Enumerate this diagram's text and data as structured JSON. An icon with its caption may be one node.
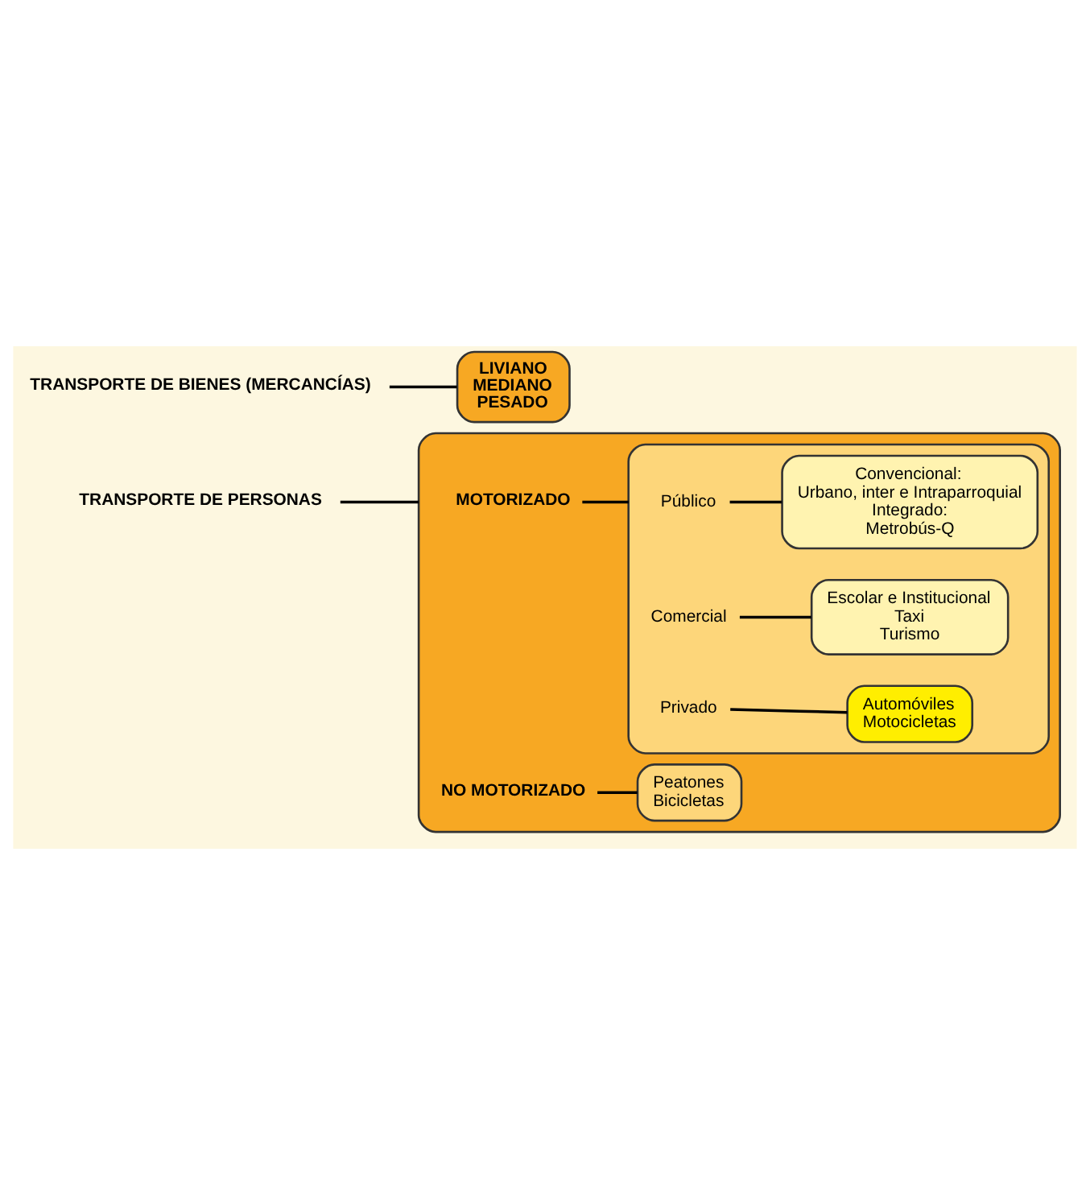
{
  "diagram": {
    "nodes": [
      {
        "text": [
          "TRANSPORTE DE PERSONAS"
        ]
      },
      {
        "text": [],
        "shape": "box"
      },
      {
        "text": [
          "MOTORIZADO"
        ],
        "in": 1
      },
      {
        "text": [],
        "shape": "box",
        "in": 1
      },
      {
        "text": [
          "Público"
        ],
        "in": 3
      },
      {
        "text": [
          "Convencional:",
          "Urbano, inter e Intraparroquial",
          "Integrado:",
          "Metrobús-Q"
        ],
        "in": 3
      },
      {
        "text": [
          "Comercial"
        ],
        "in": 3
      },
      {
        "text": [
          "Escolar e Institucional",
          "Taxi",
          "Turismo"
        ],
        "in": 3
      },
      {
        "text": [
          "Privado"
        ],
        "in": 3
      },
      {
        "text": [
          "Automóviles",
          "Motocicletas"
        ],
        "in": 3
      },
      {
        "text": [
          "NO MOTORIZADO"
        ],
        "in": 1
      },
      {
        "text": [
          "Peatones",
          "Bicicletas"
        ],
        "in": 1
      },
      {
        "text": [
          "TRANSPORTE DE BIENES (MERCANCÍAS)"
        ]
      },
      {
        "text": [
          "LIVIANO",
          "MEDIANO",
          "PESADO"
        ]
      }
    ],
    "edges": [
      {
        "from": 0,
        "to": 1,
        "arrow": "none"
      },
      {
        "from": 2,
        "to": 3,
        "arrow": "none"
      },
      {
        "from": 4,
        "to": 5,
        "arrow": "none"
      },
      {
        "from": 6,
        "to": 7,
        "arrow": "none"
      },
      {
        "from": 8,
        "to": 9,
        "arrow": "none"
      },
      {
        "from": 10,
        "to": 11,
        "arrow": "none"
      },
      {
        "from": 12,
        "to": 13,
        "arrow": "none"
      }
    ]
  }
}
